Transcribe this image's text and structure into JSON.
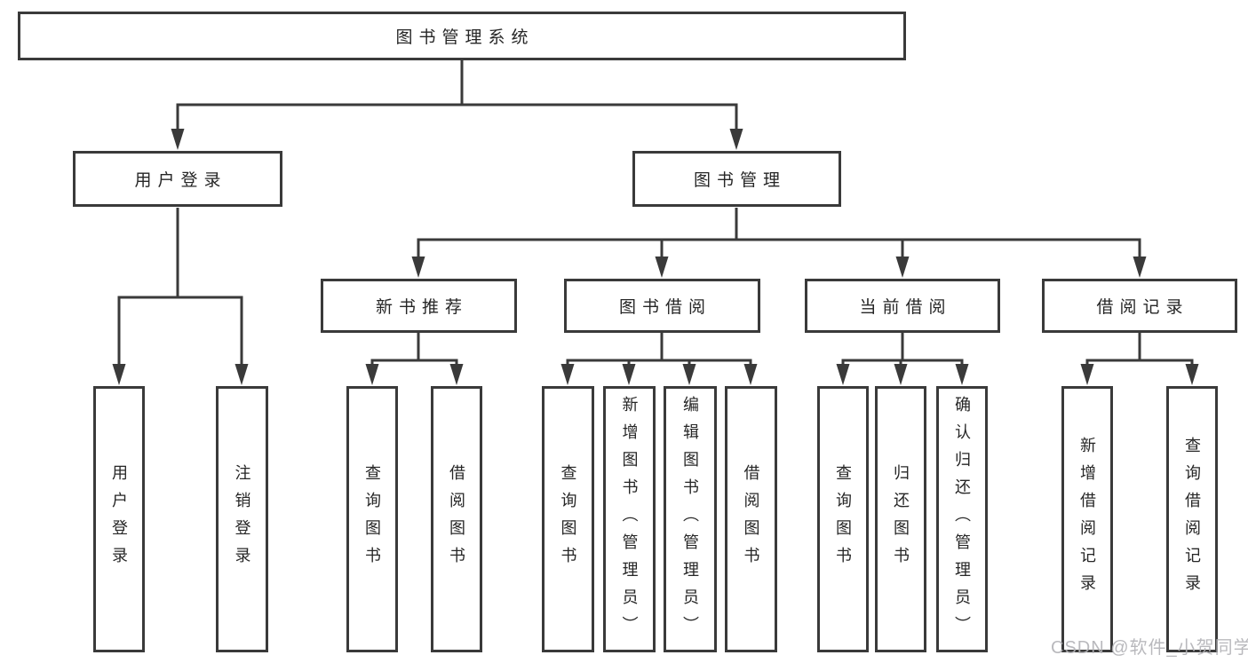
{
  "tree": {
    "label": "图书管理系统",
    "children": [
      {
        "label": "用户登录",
        "children": [
          {
            "label": "用户登录"
          },
          {
            "label": "注销登录"
          }
        ]
      },
      {
        "label": "图书管理",
        "children": [
          {
            "label": "新书推荐",
            "children": [
              {
                "label": "查询图书"
              },
              {
                "label": "借阅图书"
              }
            ]
          },
          {
            "label": "图书借阅",
            "children": [
              {
                "label": "查询图书"
              },
              {
                "label": "新增图书（管理员）"
              },
              {
                "label": "编辑图书（管理员）"
              },
              {
                "label": "借阅图书"
              }
            ]
          },
          {
            "label": "当前借阅",
            "children": [
              {
                "label": "查询图书"
              },
              {
                "label": "归还图书"
              },
              {
                "label": "确认归还（管理员）"
              }
            ]
          },
          {
            "label": "借阅记录",
            "children": [
              {
                "label": "新增借阅记录"
              },
              {
                "label": "查询借阅记录"
              }
            ]
          }
        ]
      }
    ]
  },
  "watermark": {
    "text": "CSDN @软件_小贺同学"
  },
  "colors": {
    "line": "#3a3a3a",
    "box_border": "#3a3a3a",
    "text": "#262626",
    "background": "#ffffff",
    "watermark": "#b2b2b6"
  }
}
